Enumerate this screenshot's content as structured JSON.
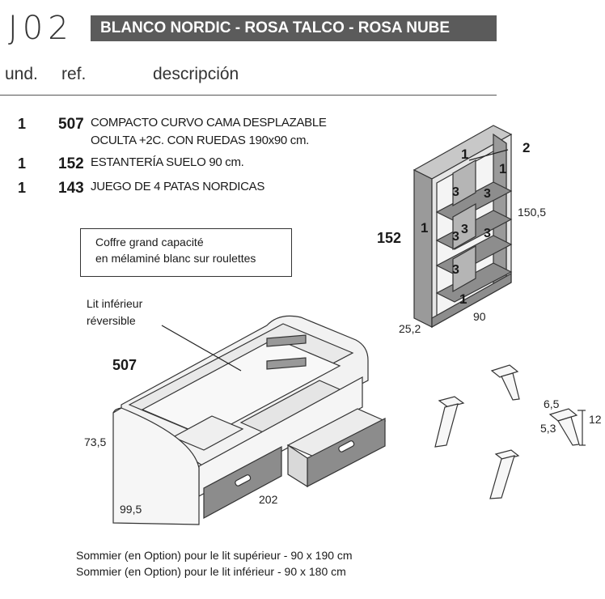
{
  "header": {
    "code": "J02",
    "banner": "BLANCO NORDIC - ROSA TALCO - ROSA NUBE",
    "col_und": "und.",
    "col_ref": "ref.",
    "col_desc": "descripción"
  },
  "items": [
    {
      "qty": "1",
      "ref": "507",
      "desc_line1": "COMPACTO CURVO CAMA DESPLAZABLE",
      "desc_line2": "OCULTA +2C. CON RUEDAS 190x90 cm."
    },
    {
      "qty": "1",
      "ref": "152",
      "desc_line1": "ESTANTERÍA SUELO 90 cm."
    },
    {
      "qty": "1",
      "ref": "143",
      "desc_line1": "JUEGO DE 4 PATAS NORDICAS"
    }
  ],
  "notes": {
    "box_line1": "Coffre grand capacité",
    "box_line2": "en mélaminé blanc sur roulettes",
    "lit_line1": "Lit inférieur",
    "lit_line2": "réversible"
  },
  "bed": {
    "ref": "507",
    "height": "73,5",
    "depth": "99,5",
    "length": "202"
  },
  "shelf": {
    "ref": "152",
    "height": "150,5",
    "width": "90",
    "depth": "25,2",
    "part_top": "1",
    "part_back": "2",
    "part_right": "1",
    "part_left": "1",
    "part_bottom": "1",
    "part_shelf": "3"
  },
  "legs": {
    "d1": "6,5",
    "d2": "5,3",
    "h": "12"
  },
  "footer": {
    "line1": "Sommier (en Option) pour le lit supérieur - 90 x 190 cm",
    "line2": "Sommier (en Option) pour le lit inférieur - 90 x 180 cm"
  }
}
